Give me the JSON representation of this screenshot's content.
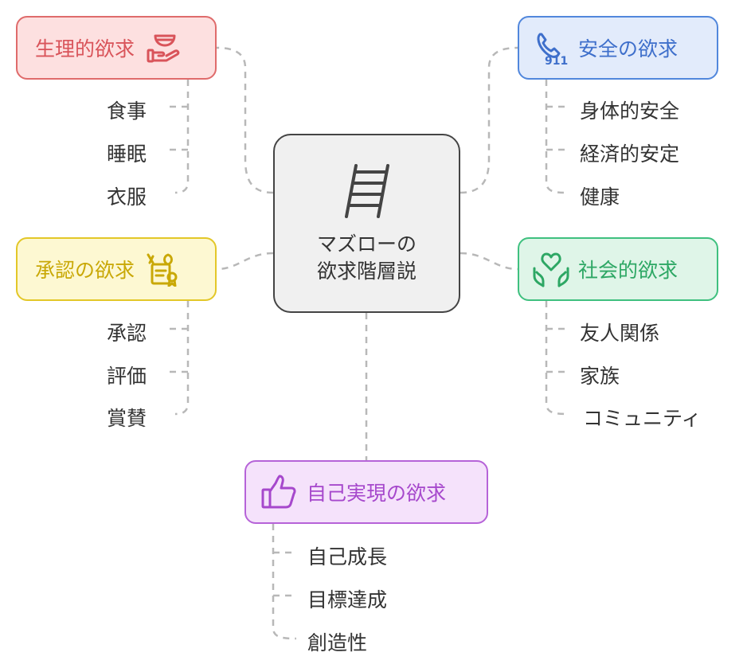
{
  "center": {
    "line1": "マズローの",
    "line2": "欲求階層説",
    "icon": "ladder-icon"
  },
  "needs": {
    "physiological": {
      "title": "生理的欲求",
      "icon": "bowl-hand-icon",
      "color": "#d9545a",
      "items": [
        "食事",
        "睡眠",
        "衣服"
      ]
    },
    "safety": {
      "title": "安全の欲求",
      "icon": "phone-911-icon",
      "color": "#3e6fcb",
      "items": [
        "身体的安全",
        "経済的安定",
        "健康"
      ]
    },
    "esteem": {
      "title": "承認の欲求",
      "icon": "certificate-icon",
      "color": "#c9a806",
      "items": [
        "承認",
        "評価",
        "賞賛"
      ]
    },
    "social": {
      "title": "社会的欲求",
      "icon": "heart-hands-icon",
      "color": "#2da764",
      "items": [
        "友人関係",
        "家族",
        "コミュニティ"
      ]
    },
    "self_actualization": {
      "title": "自己実現の欲求",
      "icon": "thumbs-up-icon",
      "color": "#a648cc",
      "items": [
        "自己成長",
        "目標達成",
        "創造性"
      ]
    }
  }
}
